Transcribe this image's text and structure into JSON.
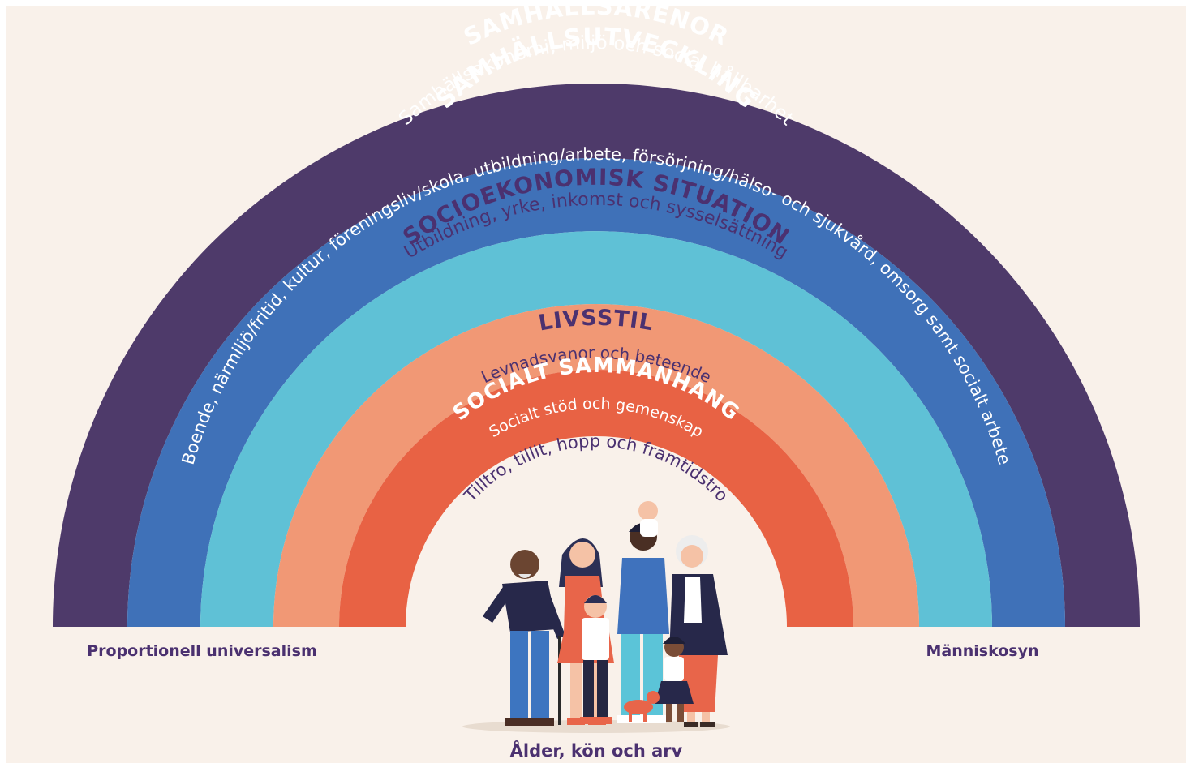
{
  "colors": {
    "background": "#f9f1ea",
    "ring_societal": "#4e3a6a",
    "ring_arenas": "#3f71b8",
    "ring_socioeconomic": "#5fc1d6",
    "ring_lifestyle": "#f19875",
    "ring_social": "#e86244",
    "text_light": "#ffffff",
    "text_dark": "#4b3170"
  },
  "rings": [
    {
      "id": "samhallsutveckling",
      "title": "SAMHÄLLSUTVECKLING",
      "subtitle": "Samhällsekonomi, miljö och social hållbarhet"
    },
    {
      "id": "samhallsarenor",
      "title": "SAMHÄLLSARENOR",
      "subtitle": "Boende, närmiljö/fritid, kultur, föreningsliv/skola, utbildning/arbete, försörjning/hälso- och sjukvård, omsorg samt socialt arbete"
    },
    {
      "id": "socioekonomisk",
      "title": "SOCIOEKONOMISK SITUATION",
      "subtitle": "Utbildning, yrke, inkomst och sysselsättning"
    },
    {
      "id": "livsstil",
      "title": "LIVSSTIL",
      "subtitle": "Levnadsvanor och beteende"
    },
    {
      "id": "socialt",
      "title": "SOCIALT SAMMANHANG",
      "subtitle": "Socialt stöd och gemenskap"
    }
  ],
  "core_text": "Tilltro, tillit, hopp och framtidstro",
  "bottom_left": "Proportionell universalism",
  "bottom_right": "Människosyn",
  "bottom_center": "Ålder, kön och arv",
  "icons": {
    "center": "family-group-illustration"
  }
}
